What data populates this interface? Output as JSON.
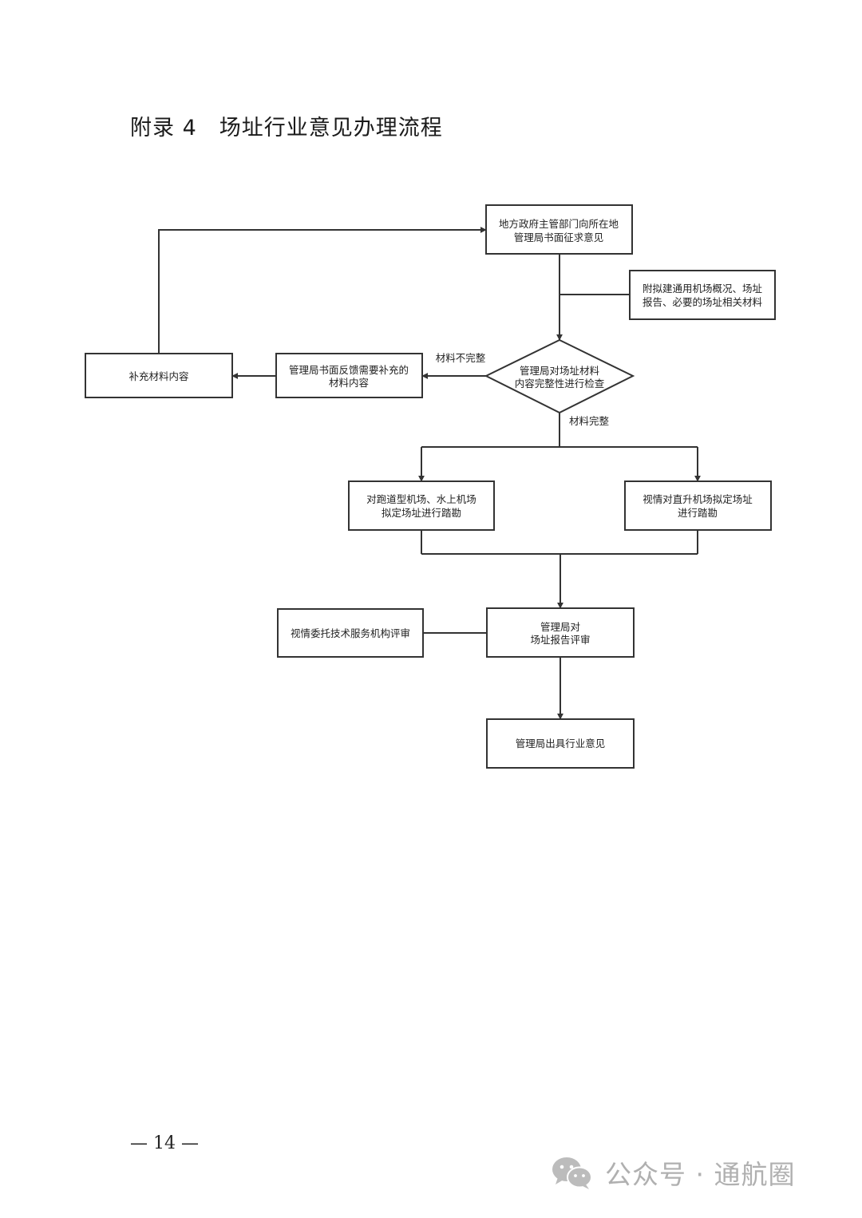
{
  "document": {
    "title": "附录 4　场址行业意见办理流程",
    "page_number": "— 14 —"
  },
  "flowchart": {
    "nodes": {
      "start": [
        "地方政府主管部门向所在地",
        "管理局书面征求意见"
      ],
      "attachment": [
        "附拟建通用机场概况、场址",
        "报告、必要的场址相关材料"
      ],
      "check": [
        "管理局对场址材料",
        "内容完整性进行检查"
      ],
      "feedback": [
        "管理局书面反馈需要补充的",
        "材料内容"
      ],
      "supplement": [
        "补充材料内容"
      ],
      "runway_survey": [
        "对跑道型机场、水上机场",
        "拟定场址进行踏勘"
      ],
      "heli_survey": [
        "视情对直升机场拟定场址",
        "进行踏勘"
      ],
      "review": [
        "管理局对",
        "场址报告评审"
      ],
      "delegate": [
        "视情委托技术服务机构评审"
      ],
      "issue": [
        "管理局出具行业意见"
      ]
    },
    "edge_labels": {
      "incomplete": "材料不完整",
      "complete": "材料完整"
    }
  },
  "watermark": {
    "icon": "wechat-icon",
    "text": "公众号 · 通航圈",
    "color": "#b5b5b5"
  }
}
